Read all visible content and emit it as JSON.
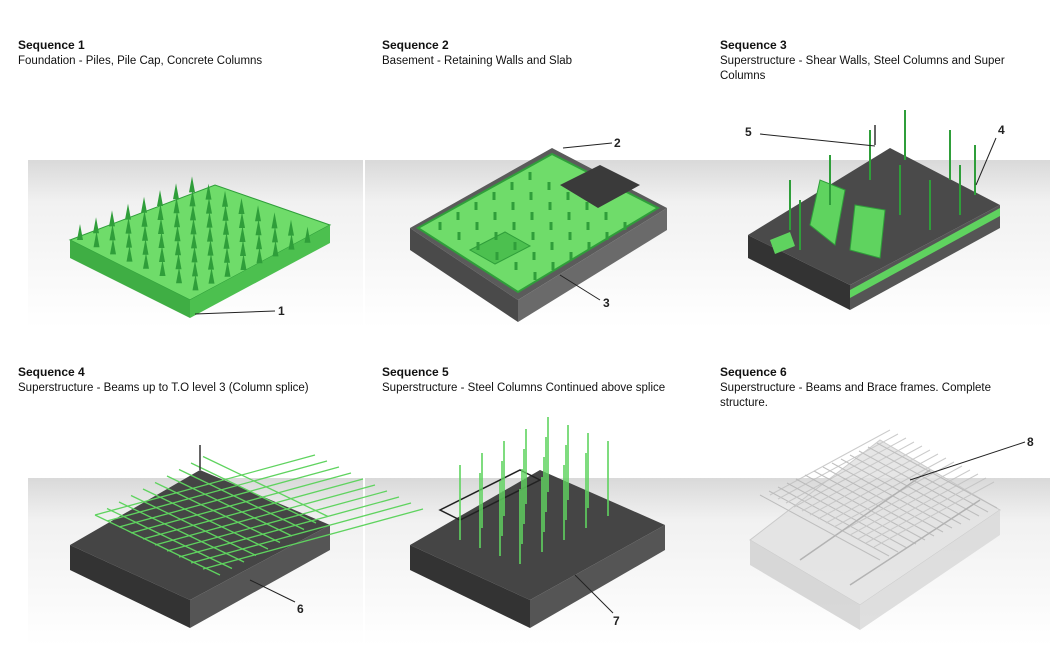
{
  "sequences": [
    {
      "title": "Sequence 1",
      "description": "Foundation - Piles, Pile Cap, Concrete Columns",
      "callouts": [
        "1"
      ]
    },
    {
      "title": "Sequence 2",
      "description": "Basement - Retaining Walls and Slab",
      "callouts": [
        "2",
        "3"
      ]
    },
    {
      "title": "Sequence 3",
      "description": "Superstructure - Shear Walls, Steel Columns and Super Columns",
      "callouts": [
        "5",
        "4"
      ]
    },
    {
      "title": "Sequence 4",
      "description": "Superstructure - Beams up to T.O level 3 (Column splice)",
      "callouts": [
        "6"
      ]
    },
    {
      "title": "Sequence 5",
      "description": "Superstructure - Steel Columns Continued above splice",
      "callouts": [
        "7"
      ]
    },
    {
      "title": "Sequence 6",
      "description": "Superstructure - Beams and Brace frames. Complete structure.",
      "callouts": [
        "8"
      ]
    }
  ],
  "colors": {
    "highlight": "#5fd35f",
    "highlight_dark": "#2f9e3a",
    "structure": "#3a3a3a",
    "structure_light": "#cfcfcf",
    "ground": "#ececec"
  }
}
